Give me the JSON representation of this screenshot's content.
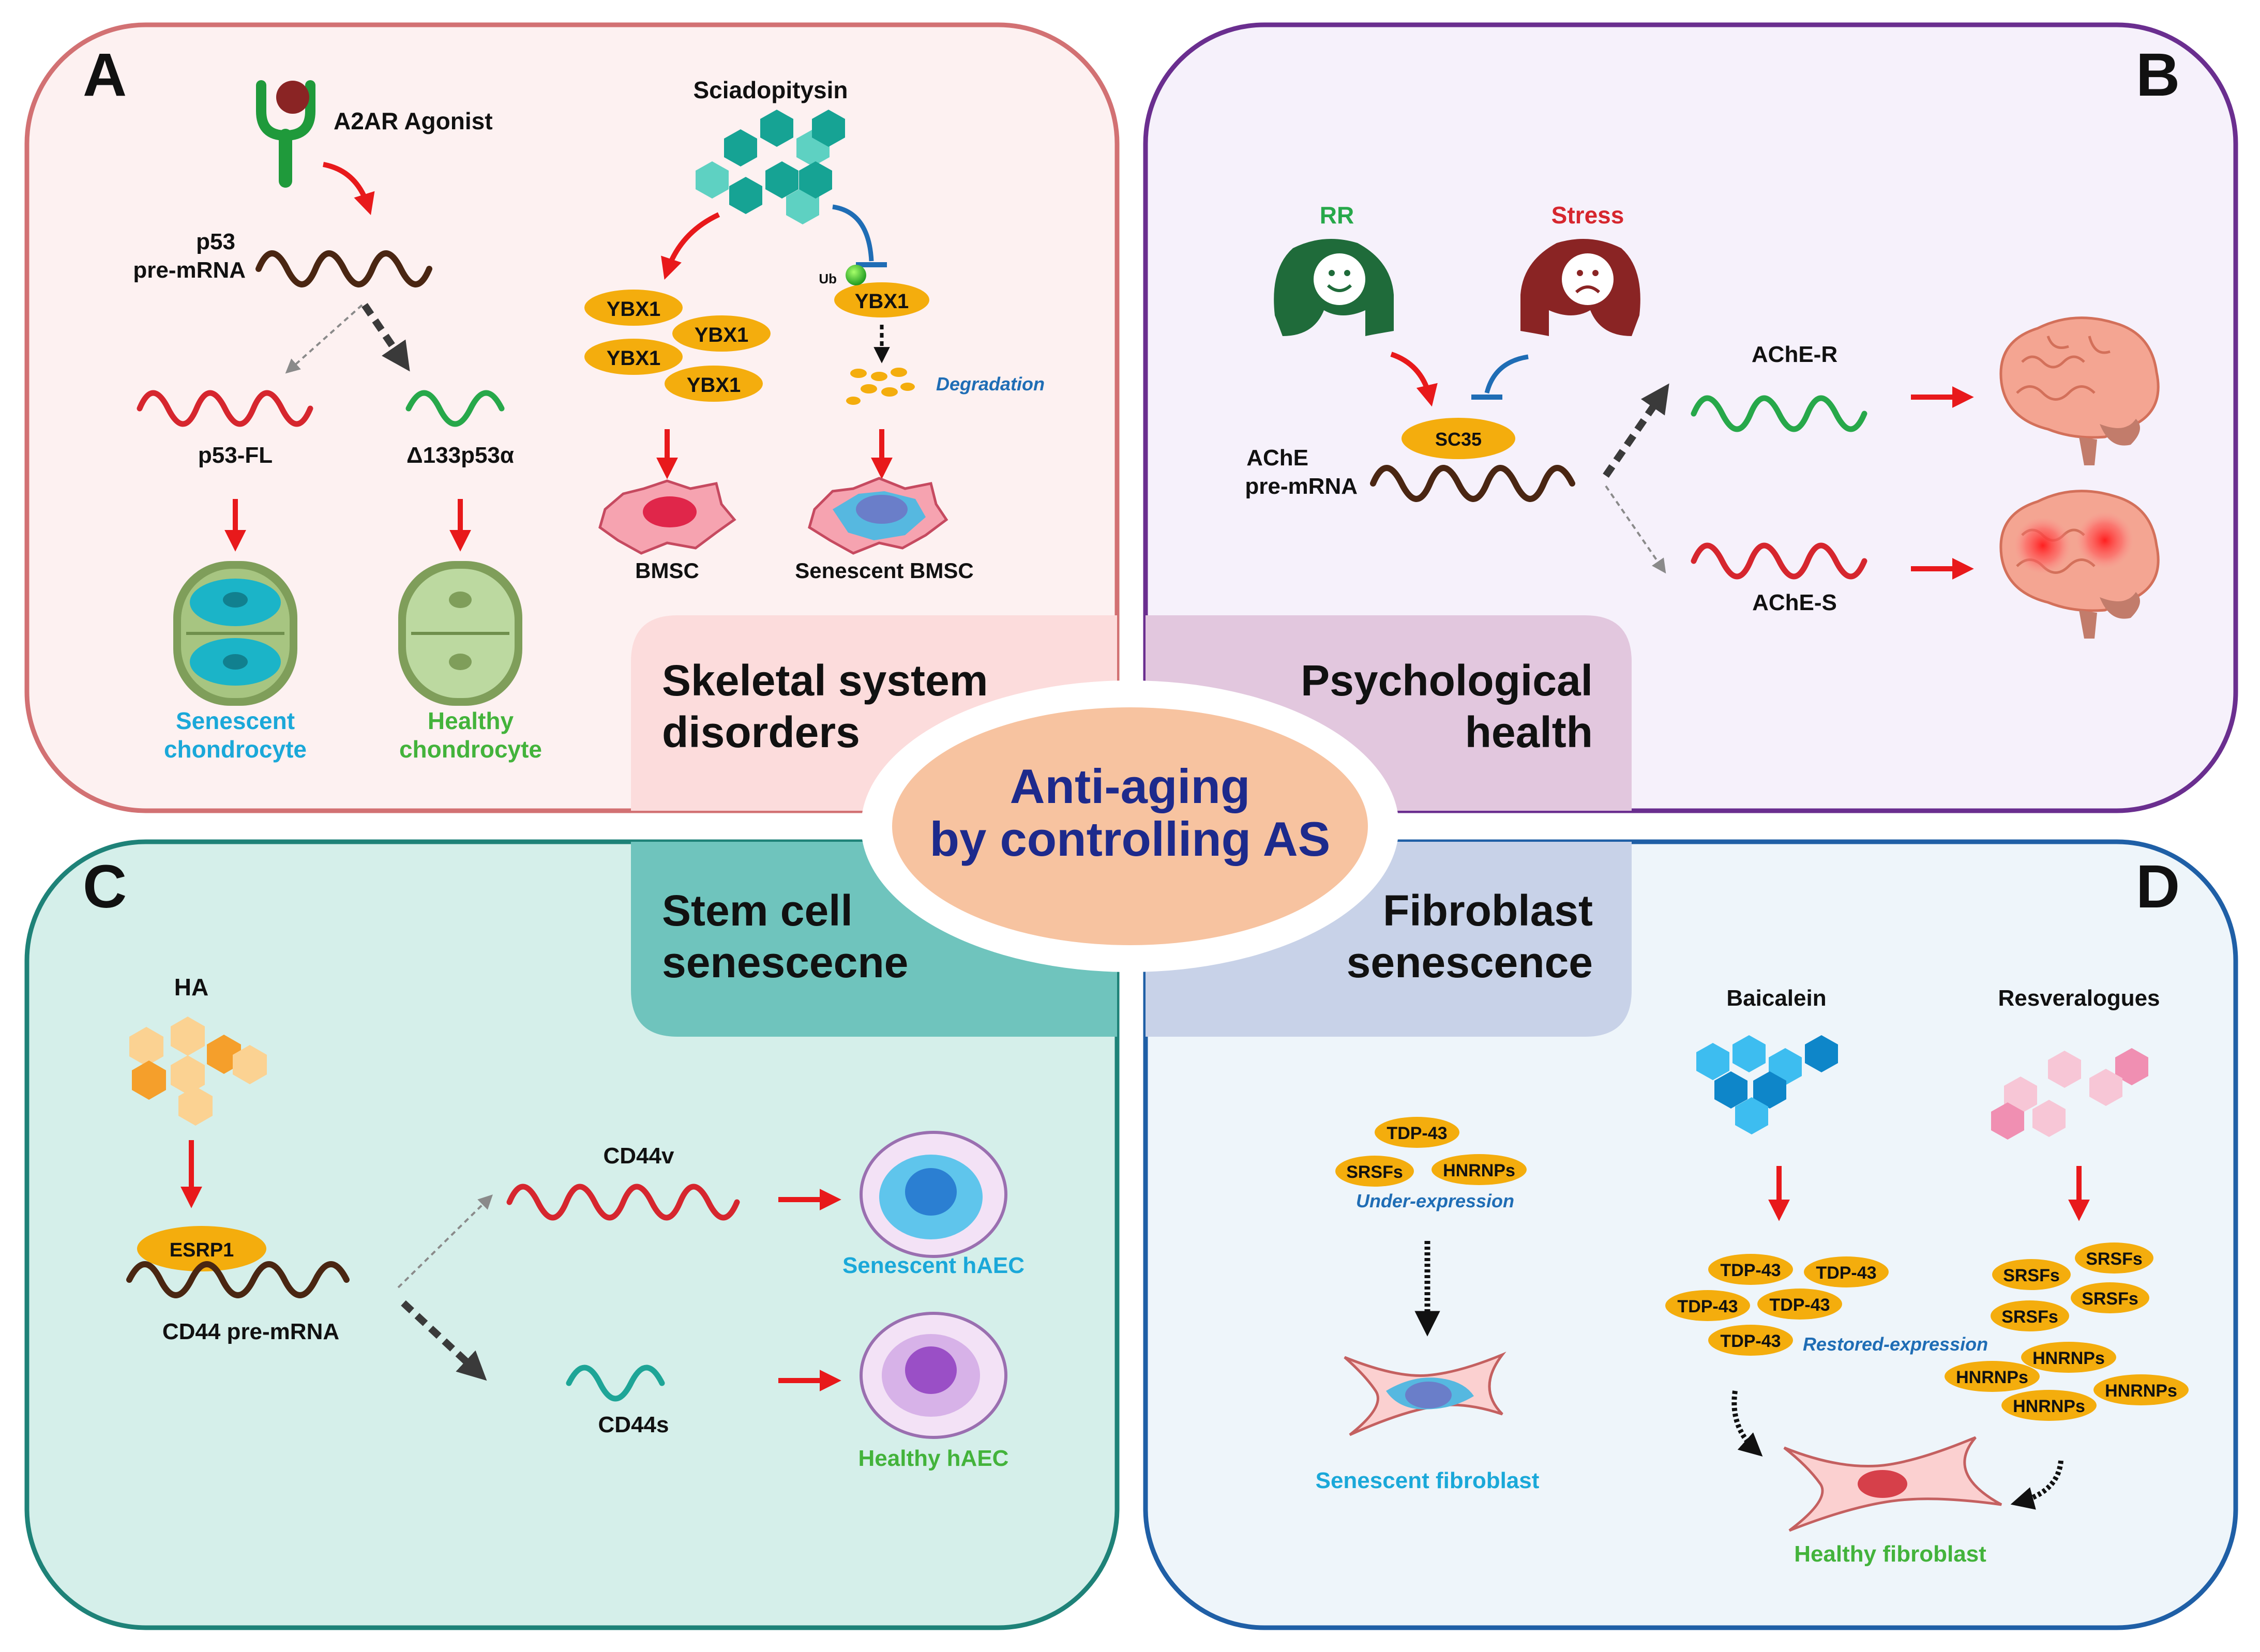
{
  "center": {
    "line1": "Anti-aging",
    "line2": "by controlling AS"
  },
  "panels": {
    "A": {
      "letter": "A",
      "category": {
        "line1": "Skeletal system",
        "line2": "disorders"
      },
      "agonist": "A2AR Agonist",
      "p53_pre": {
        "line1": "p53",
        "line2": "pre-mRNA"
      },
      "p53_fl": "p53-FL",
      "d133": "Δ133p53α",
      "senescent_chondrocyte": {
        "line1": "Senescent",
        "line2": "chondrocyte"
      },
      "healthy_chondrocyte": {
        "line1": "Healthy",
        "line2": "chondrocyte"
      },
      "drug": "Sciadopitysin",
      "ybx1": "YBX1",
      "ub": "Ub",
      "degradation": "Degradation",
      "bmsc": "BMSC",
      "senescent_bmsc": "Senescent BMSC"
    },
    "B": {
      "letter": "B",
      "category": {
        "line1": "Psychological",
        "line2": "health"
      },
      "rr": "RR",
      "stress": "Stress",
      "sc35": "SC35",
      "ache_pre": {
        "line1": "AChE",
        "line2": "pre-mRNA"
      },
      "ache_r": "AChE-R",
      "ache_s": "AChE-S"
    },
    "C": {
      "letter": "C",
      "category": {
        "line1": "Stem cell",
        "line2": "senescecne"
      },
      "ha": "HA",
      "esrp1": "ESRP1",
      "cd44_pre": "CD44 pre-mRNA",
      "cd44v": "CD44v",
      "cd44s": "CD44s",
      "senescent_haec": "Senescent hAEC",
      "healthy_haec": "Healthy hAEC"
    },
    "D": {
      "letter": "D",
      "category": {
        "line1": "Fibroblast",
        "line2": "senescence"
      },
      "tdp43": "TDP-43",
      "srsfs": "SRSFs",
      "hnrnps": "HNRNPs",
      "under_expression": "Under-expression",
      "senescent_fibroblast": "Senescent fibroblast",
      "baicalein": "Baicalein",
      "resveralogues": "Resveralogues",
      "restored_expression": "Restored-expression",
      "healthy_fibroblast": "Healthy fibroblast"
    }
  },
  "colors": {
    "panel_a_border": "#d27173",
    "panel_b_border": "#6a2e8f",
    "panel_c_border": "#1e8278",
    "panel_d_border": "#1f5fa6",
    "arrow_red": "#e8191b",
    "inhibit_blue": "#1f6db5",
    "protein_orange": "#f4ad0d",
    "center_text": "#1d2a8c",
    "senescent_cyan": "#1aa8d9",
    "healthy_green": "#43b33b",
    "rr_green": "#27a84a",
    "stress_red": "#d6262e"
  }
}
